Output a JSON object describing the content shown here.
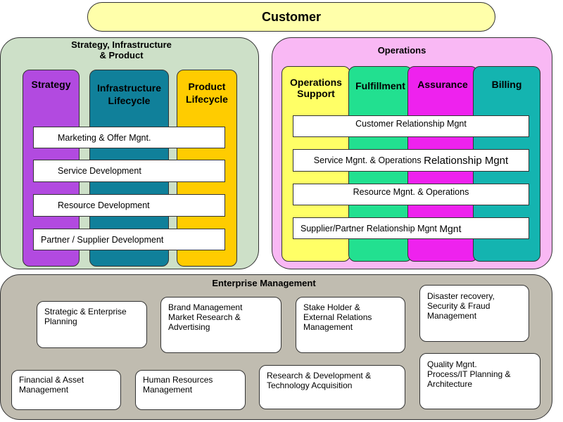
{
  "customer": "Customer",
  "sip": {
    "title_line1": "Strategy, Infrastructure",
    "title_line2": "& Product",
    "columns": {
      "strategy": "Strategy",
      "infra_line1": "Infrastructure",
      "infra_line2": "Lifecycle",
      "product_line1": "Product",
      "product_line2": "Lifecycle"
    },
    "bars": [
      "Marketing & Offer Mgnt.",
      "Service Development",
      "Resource Development",
      "Partner / Supplier Development"
    ]
  },
  "operations": {
    "title": "Operations",
    "columns": {
      "ops_support_line1": "Operations",
      "ops_support_line2": "Support",
      "fulfillment": "Fulfillment",
      "assurance": "Assurance",
      "billing": "Billing"
    },
    "bars": [
      {
        "small": "Customer Relationship Mgnt",
        "large": ""
      },
      {
        "small": "Service Mgnt. & Operations",
        "large": "Relationship Mgnt"
      },
      {
        "small": "Resource Mgnt. & Operations",
        "large": ""
      },
      {
        "small": "Supplier/Partner Relationship Mgnt",
        "large": "Mgnt"
      }
    ]
  },
  "enterprise": {
    "title": "Enterprise Management",
    "boxes": {
      "strategic_l1": "Strategic & Enterprise",
      "strategic_l2": "Planning",
      "brand_l1": "Brand Management",
      "brand_l2": "Market Research &",
      "brand_l3": "Advertising",
      "stake_l1": "Stake Holder &",
      "stake_l2": "External Relations",
      "stake_l3": "Management",
      "disaster_l1": "Disaster recovery,",
      "disaster_l2": "Security & Fraud",
      "disaster_l3": "Management",
      "financial_l1": "Financial & Asset",
      "financial_l2": "Management",
      "hr_l1": "Human Resources",
      "hr_l2": "Management",
      "rnd_l1": "Research & Development &",
      "rnd_l2": "Technology Acquisition",
      "quality_l1": "Quality Mgnt.",
      "quality_l2": "Process/IT Planning &",
      "quality_l3": "Architecture"
    }
  },
  "colors": {
    "customer": "#ffffaa",
    "sip_panel": "#cde0c8",
    "ops_panel": "#f9b8f4",
    "enterprise_panel": "#c0bcb0",
    "strategy": "#b24ae0",
    "infrastructure": "#10809a",
    "product": "#ffcc00",
    "ops_support": "#ffff66",
    "fulfillment": "#22e090",
    "assurance": "#ee22ee",
    "billing": "#14b4b0"
  }
}
